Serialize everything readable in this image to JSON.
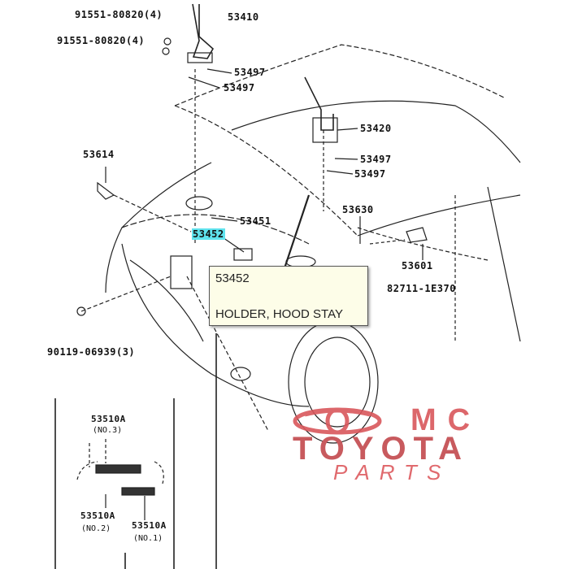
{
  "callouts": {
    "c1": "91551-80820(4)",
    "c2": "53410",
    "c3": "91551-80820(4)",
    "c4": "53497",
    "c5": "53497",
    "c6": "53614",
    "c7": "53420",
    "c8": "53497",
    "c9": "53497",
    "c10": "53630",
    "c11": "53451",
    "c12": "53452",
    "c13": "53601",
    "c14": "82711-1E370",
    "c15": "90119-06939(3)"
  },
  "inset": {
    "a_code": "53510A",
    "a_sub": "(NO.3)",
    "b_code": "53510A",
    "b_sub": "(NO.2)",
    "c_code": "53510A",
    "c_sub": "(NO.1)"
  },
  "tooltip": {
    "code": "53452",
    "description": "HOLDER, HOOD STAY"
  },
  "watermark": {
    "line1": "MC",
    "line2": "TOYOTA",
    "line3": "PARTS"
  },
  "colors": {
    "highlight": "#5fe3ee",
    "watermark": "#d9575c",
    "tooltip_bg": "#fdfde8"
  }
}
